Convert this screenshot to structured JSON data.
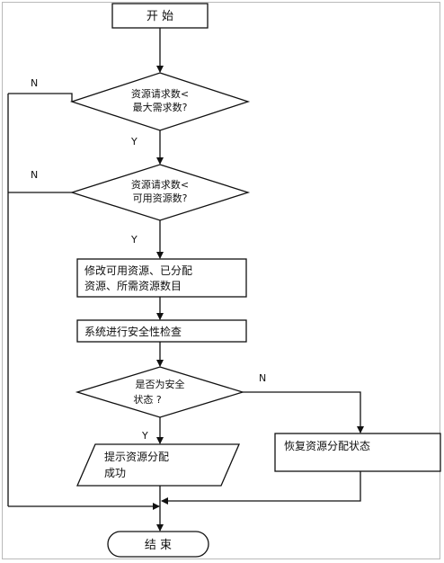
{
  "diagram": {
    "start": "开 始",
    "decision1": {
      "line1": "资源请求数<",
      "line2": "最大需求数?"
    },
    "decision2": {
      "line1": "资源请求数<",
      "line2": "可用资源数?"
    },
    "process1": {
      "line1": "修改可用资源、已分配",
      "line2": "资源、所需资源数目"
    },
    "process2": "系统进行安全性检查",
    "decision3": {
      "line1": "是否为安全",
      "line2": "状态 ?"
    },
    "output_ok": {
      "line1": "提示资源分配",
      "line2": "成功"
    },
    "restore": "恢复资源分配状态",
    "end": "结 束",
    "labels": {
      "n1": "N",
      "y1": "Y",
      "n2": "N",
      "y2": "Y",
      "n3": "N",
      "y3": "Y"
    }
  }
}
